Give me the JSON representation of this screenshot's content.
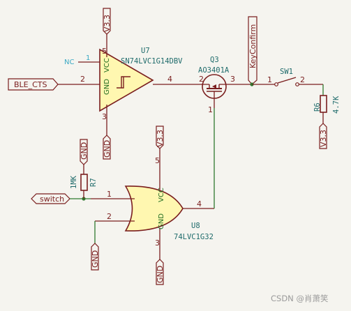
{
  "u7": {
    "ref": "U7",
    "value": "SN74LVC1G14DBV",
    "pin_nc": "1",
    "pin_in": "2",
    "pin_gnd": "3",
    "pin_out": "4",
    "pin_vcc": "5",
    "lbl_vcc": "VCC",
    "lbl_gnd": "GND",
    "nc": "NC"
  },
  "q3": {
    "ref": "Q3",
    "value": "AO3401A",
    "pin_g": "1",
    "pin_s": "2",
    "pin_d": "3"
  },
  "sw1": {
    "ref": "SW1",
    "pin1": "1",
    "pin2": "2"
  },
  "r6": {
    "ref": "R6",
    "value": "4.7K"
  },
  "r7": {
    "ref": "R7",
    "value": "1MK"
  },
  "u8": {
    "ref": "U8",
    "value": "74LVC1G32",
    "pin_a": "1",
    "pin_b": "2",
    "pin_gnd": "3",
    "pin_y": "4",
    "pin_vcc": "5",
    "lbl_vcc": "VCC",
    "lbl_gnd": "GND"
  },
  "labels": {
    "ble_cts": "BLE_CTS",
    "switch": "switch",
    "keyconfirm": "KeyConfirm",
    "v33": "V3.3",
    "gnd": "GND"
  },
  "watermark": "CSDN @肖萧笑"
}
